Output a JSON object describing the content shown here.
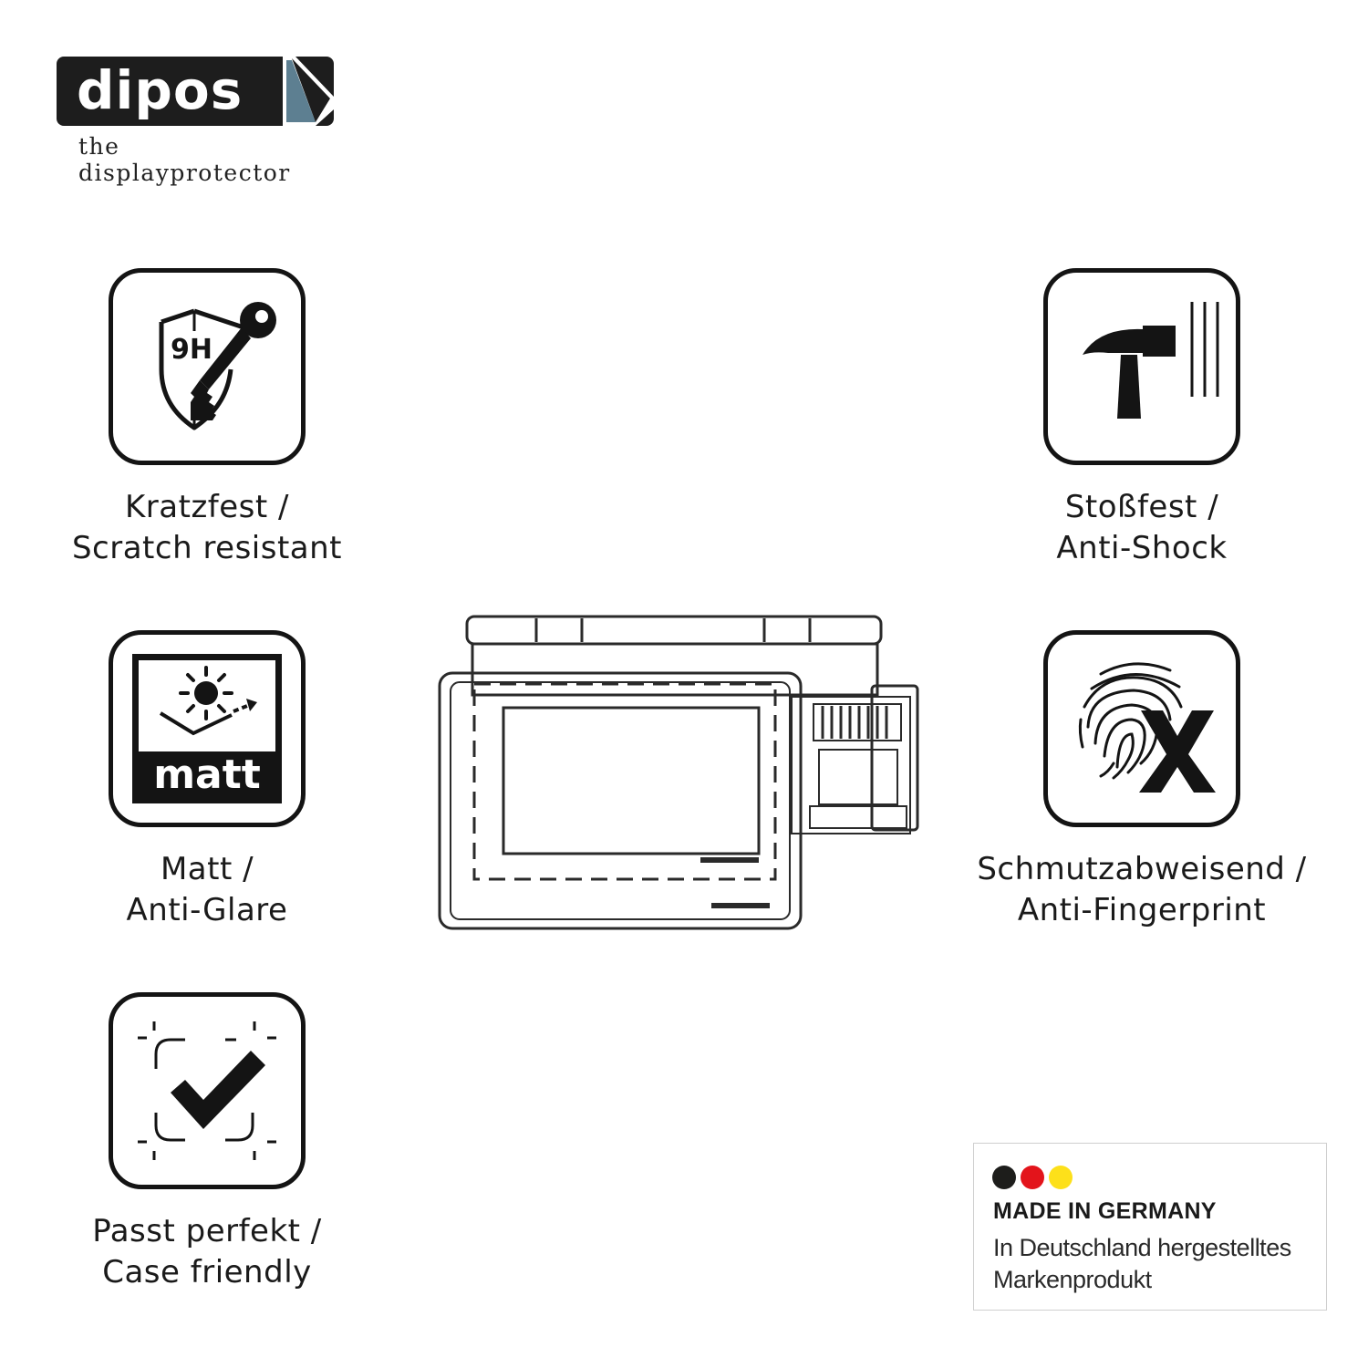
{
  "brand": {
    "name": "dipos",
    "tagline": "the displayprotector"
  },
  "features": [
    {
      "icon": "shield-key-9h-icon",
      "badge_text": "9H",
      "line1": "Kratzfest /",
      "line2": "Scratch resistant"
    },
    {
      "icon": "hammer-icon",
      "line1": "Stoßfest /",
      "line2": "Anti-Shock"
    },
    {
      "icon": "sun-matt-icon",
      "badge_text": "matt",
      "line1": "Matt /",
      "line2": "Anti-Glare"
    },
    {
      "icon": "fingerprint-x-icon",
      "line1": "Schmutzabweisend /",
      "line2": "Anti-Fingerprint"
    },
    {
      "icon": "case-friendly-check-icon",
      "line1": "Passt perfekt /",
      "line2": "Case friendly"
    }
  ],
  "made_in": {
    "title": "MADE IN GERMANY",
    "line1": "In Deutschland hergestelltes",
    "line2": "Markenprodukt",
    "flag_colors": [
      "#1d1d1b",
      "#e3141b",
      "#fde01a"
    ]
  }
}
